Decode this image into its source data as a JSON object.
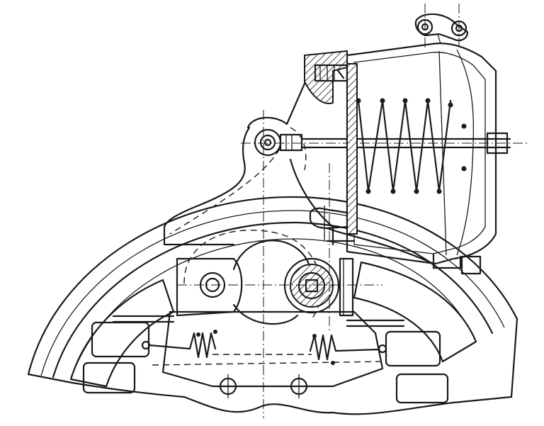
{
  "figure": {
    "subject": "drum-brake-assembly-with-air-chamber",
    "parts": [
      "brake-drum",
      "brake-shoe-left",
      "brake-shoe-right",
      "return-spring-left",
      "return-spring-right",
      "anchor-pin",
      "s-cam",
      "camshaft",
      "air-chamber",
      "diaphragm-spring",
      "push-rod",
      "slack-adjuster-pivot",
      "brake-support-bracket"
    ]
  },
  "colors": {
    "ink": "#1a1a1a",
    "paper": "#ffffff"
  }
}
